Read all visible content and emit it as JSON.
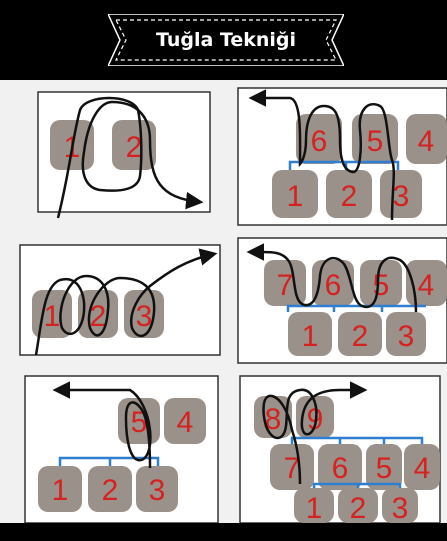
{
  "banner": {
    "title": "Tuğla Tekniği"
  },
  "colors": {
    "bead": "#9b918b",
    "label": "#d62121",
    "thread": "#111111",
    "link": "#2f7fd0",
    "frame": "#333333"
  },
  "panels": [
    {
      "id": "p1",
      "labels": [
        "1",
        "2"
      ]
    },
    {
      "id": "p2",
      "labels": [
        "6",
        "5",
        "4",
        "1",
        "2",
        "3"
      ]
    },
    {
      "id": "p3",
      "labels": [
        "1",
        "2",
        "3"
      ]
    },
    {
      "id": "p4",
      "labels": [
        "7",
        "6",
        "5",
        "4",
        "1",
        "2",
        "3"
      ]
    },
    {
      "id": "p5",
      "labels": [
        "5",
        "4",
        "1",
        "2",
        "3"
      ]
    },
    {
      "id": "p6",
      "labels": [
        "8",
        "9",
        "7",
        "6",
        "5",
        "4",
        "1",
        "2",
        "3"
      ]
    }
  ]
}
